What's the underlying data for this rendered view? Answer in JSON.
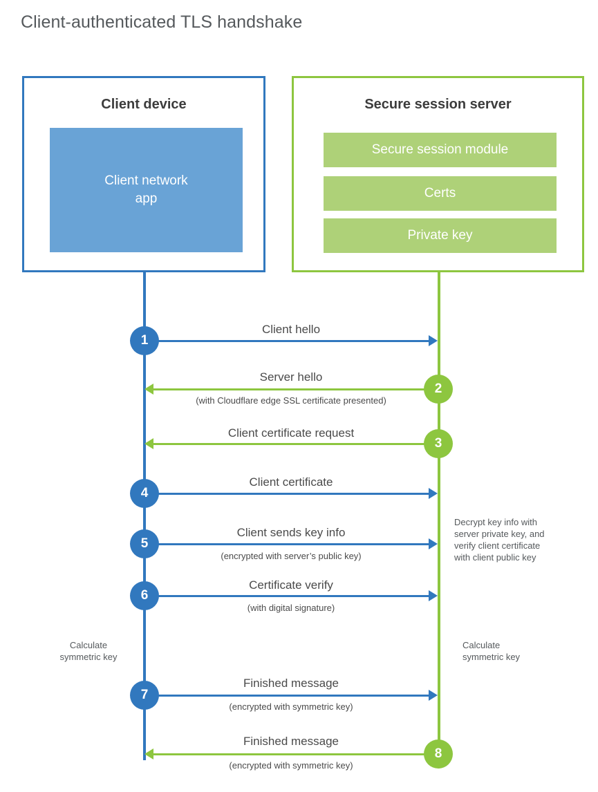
{
  "title": "Client-authenticated TLS handshake",
  "colors": {
    "blue": "#3178be",
    "blue_light": "#69a3d6",
    "green": "#8dc63f",
    "green_light": "#aed178",
    "text": "#4a4a4a",
    "title_text": "#55595c"
  },
  "parties": {
    "client": {
      "title": "Client device",
      "app_label": "Client network\napp",
      "app_line1": "Client network",
      "app_line2": "app"
    },
    "server": {
      "title": "Secure session server",
      "blocks": [
        {
          "label": "Secure session module"
        },
        {
          "label": "Certs"
        },
        {
          "label": "Private key"
        }
      ]
    }
  },
  "steps": [
    {
      "number": "1",
      "label": "Client hello",
      "sub": "",
      "direction": "client-to-server",
      "side": "client",
      "color": "blue"
    },
    {
      "number": "2",
      "label": "Server hello",
      "sub": "(with Cloudflare edge SSL certificate presented)",
      "direction": "server-to-client",
      "side": "server",
      "color": "green"
    },
    {
      "number": "3",
      "label": "Client certificate request",
      "sub": "",
      "direction": "server-to-client",
      "side": "server",
      "color": "green"
    },
    {
      "number": "4",
      "label": "Client certificate",
      "sub": "",
      "direction": "client-to-server",
      "side": "client",
      "color": "blue"
    },
    {
      "number": "5",
      "label": "Client sends key info",
      "sub": "(encrypted with server’s public key)",
      "direction": "client-to-server",
      "side": "client",
      "color": "blue"
    },
    {
      "number": "6",
      "label": "Certificate verify",
      "sub": "(with digital signature)",
      "direction": "client-to-server",
      "side": "client",
      "color": "blue"
    },
    {
      "number": "7",
      "label": "Finished message",
      "sub": "(encrypted with symmetric key)",
      "direction": "client-to-server",
      "side": "client",
      "color": "blue"
    },
    {
      "number": "8",
      "label": "Finished message",
      "sub": "(encrypted with symmetric key)",
      "direction": "server-to-client",
      "side": "server",
      "color": "green"
    }
  ],
  "annotations": {
    "server_decrypt": {
      "lines": [
        "Decrypt key info with",
        "server private key, and",
        "verify client certificate",
        "with client public key"
      ]
    },
    "client_calc": {
      "lines": [
        "Calculate",
        "symmetric key"
      ]
    },
    "server_calc": {
      "lines": [
        "Calculate",
        "symmetric key"
      ]
    }
  }
}
